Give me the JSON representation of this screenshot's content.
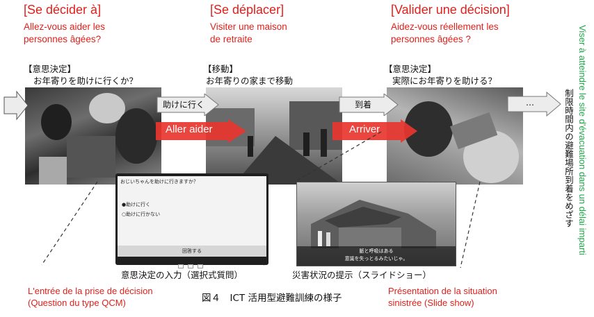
{
  "steps": [
    {
      "title_fr": "[Se décider à]",
      "sub_fr_1": "Allez-vous aider les",
      "sub_fr_2": "personnes âgées?",
      "tag_ja": "【意思決定】",
      "text_ja": "お年寄りを助けに行くか？"
    },
    {
      "title_fr": "[Se déplacer]",
      "sub_fr_1": "Visiter une maison",
      "sub_fr_2": "de retraite",
      "tag_ja": "【移動】",
      "text_ja": "お年寄りの家まで移動"
    },
    {
      "title_fr": "[Valider une décision]",
      "sub_fr_1": "Aidez-vous réellement les",
      "sub_fr_2": "personnes âgées ?",
      "tag_ja": "【意思決定】",
      "text_ja": "実際にお年寄りを助ける？"
    }
  ],
  "arrows": {
    "gray_1": "助けに行く",
    "red_1": "Aller aider",
    "gray_2": "到着",
    "red_2": "Arriver",
    "gray_3": "…"
  },
  "tablet": {
    "question": "おじいちゃんを助けに行きますか？",
    "option_1": "●助けに行く",
    "option_2": "○助けに行かない",
    "submit": "回答する"
  },
  "slide": {
    "caption_1": "脈と呼吸はある",
    "caption_2": "意識を失っとるみたいじゃ。"
  },
  "captions": {
    "input_ja": "意思決定の入力（選択式質問）",
    "disaster_ja": "災害状況の提示（スライドショー）",
    "input_fr_1": "L'entrée de la prise de décision",
    "input_fr_2": "(Question du type QCM)",
    "figure_ja": "図４　ICT 活用型避難訓練の様子",
    "disaster_fr_1": "Présentation de la situation",
    "disaster_fr_2": "sinistrée (Slide show)"
  },
  "side": {
    "goal_ja": "制限時間内の避難場所到着をめざす",
    "goal_fr": "Viser à atteindre le site d'évacuation dans un délai imparti"
  },
  "colors": {
    "red": "#e0201b",
    "green": "#1fa84a",
    "arrow_gray": "#ececec",
    "arrow_red": "#e8352f"
  }
}
